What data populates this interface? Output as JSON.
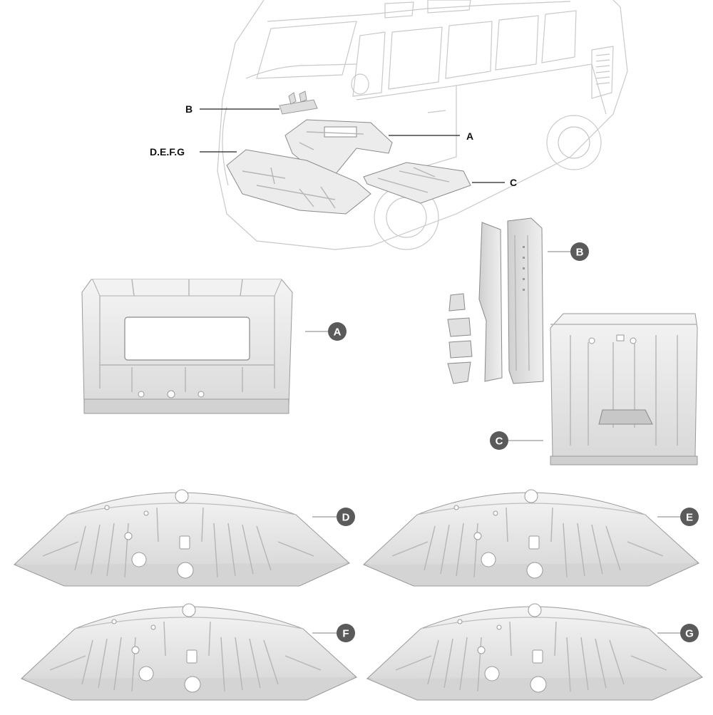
{
  "callouts": {
    "top": {
      "A": "A",
      "B": "B",
      "C": "C",
      "DEFG": "D.E.F.G"
    },
    "badges": {
      "A": "A",
      "B": "B",
      "C": "C",
      "D": "D",
      "E": "E",
      "F": "F",
      "G": "G"
    }
  },
  "colors": {
    "badge": "#5a5a5a",
    "van_outline": "#c9c9c9",
    "panel": "#ececec",
    "leader_dark": "#222222",
    "leader_light": "#9a9a9a"
  },
  "parts": [
    {
      "id": "A",
      "icon": "tunnel-panel-icon"
    },
    {
      "id": "B",
      "icon": "pillar-bracket-set-icon"
    },
    {
      "id": "C",
      "icon": "floor-pan-right-icon"
    },
    {
      "id": "D",
      "icon": "front-floor-panel-icon"
    },
    {
      "id": "E",
      "icon": "front-floor-panel-icon"
    },
    {
      "id": "F",
      "icon": "front-floor-panel-icon"
    },
    {
      "id": "G",
      "icon": "front-floor-panel-icon"
    }
  ]
}
